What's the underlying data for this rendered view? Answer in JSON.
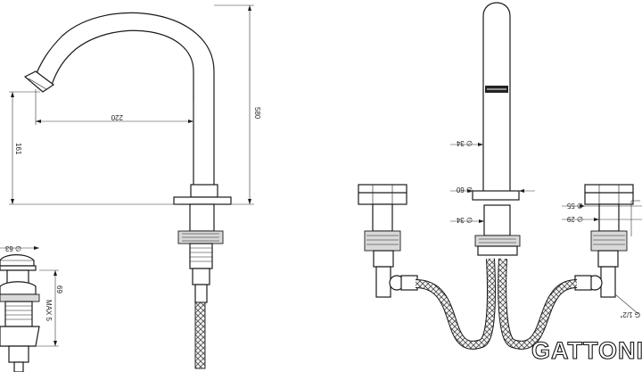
{
  "brand": {
    "name": "GATTONI"
  },
  "dimensions": {
    "spout_height": "580",
    "spout_reach": "220",
    "outlet_height": "161",
    "waste_diameter": "∅ 63",
    "waste_max": "MAX 5",
    "waste_depth": "69",
    "spout_body_diameter": "∅ 34",
    "base_diameter": "∅ 60",
    "base_lower_diameter": "∅ 34",
    "handle_diameter": "∅ 55",
    "handle_stem_diameter": "∅ 29",
    "thread": "G 1/2\""
  }
}
